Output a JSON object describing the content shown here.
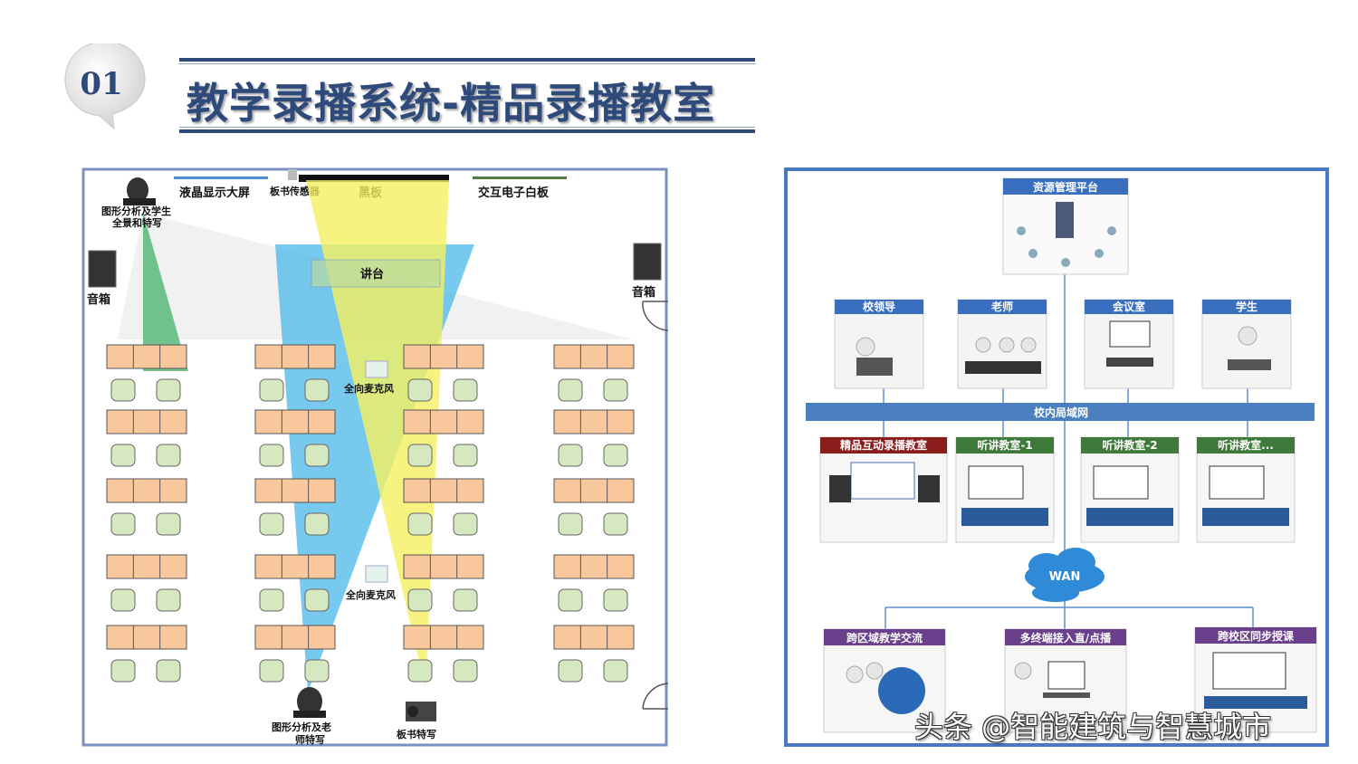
{
  "header": {
    "badge_number": "01",
    "title": "教学录播系统-精品录播教室"
  },
  "classroom": {
    "lcd_screen": "液晶显示大屏",
    "board_sensor": "板书传感器",
    "blackboard": "黑板",
    "interactive_whiteboard": "交互电子白板",
    "student_camera": "图形分析及学生全景和特写",
    "speaker_left": "音箱",
    "speaker_right": "音箱",
    "podium": "讲台",
    "mic_1": "全向麦克风",
    "mic_2": "全向麦克风",
    "teacher_camera": "图形分析及老师特写",
    "board_camera": "板书特写"
  },
  "topology": {
    "platform": "资源管理平台",
    "terminals": [
      "校领导",
      "老师",
      "会议室",
      "学生"
    ],
    "lan": "校内局域网",
    "classrooms": [
      "精品互动录播教室",
      "听讲教室-1",
      "听讲教室-2",
      "听讲教室..."
    ],
    "wan": "WAN",
    "services": [
      "跨区域教学交流",
      "多终端接入直/点播",
      "跨校区同步授课"
    ],
    "colors": {
      "frame": "#4a78c4",
      "lan_bar": "#4a7fc0",
      "node_blue": "#3a6fc0",
      "node_green": "#3f7a3a",
      "node_red": "#8a1c1c",
      "node_purple": "#6a3f8c",
      "wan_cloud": "#2f8ad8"
    }
  },
  "watermark": "头条 @智能建筑与智慧城市"
}
